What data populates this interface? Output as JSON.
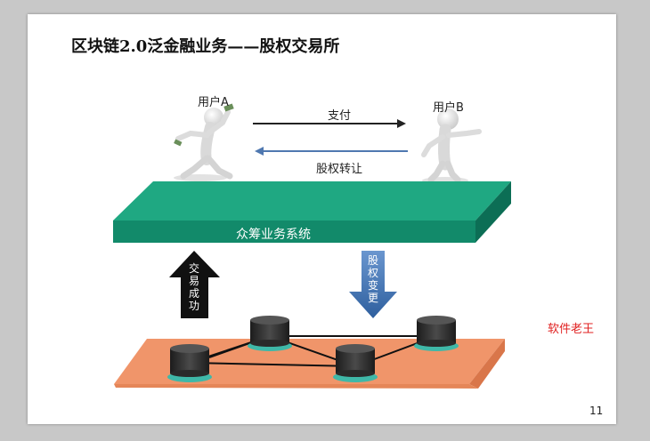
{
  "slide": {
    "title": "区块链2.0泛金融业务——股权交易所",
    "page_number": "11",
    "watermark": "软件老王"
  },
  "diagram": {
    "user_a": "用户A",
    "user_b": "用户B",
    "pay": "支付",
    "equity_transfer": "股权转让",
    "crowdfunding_system": "众筹业务系统",
    "trade_success": [
      "交",
      "易",
      "成",
      "功"
    ],
    "equity_change": [
      "股",
      "权",
      "变",
      "更"
    ]
  },
  "colors": {
    "platform_top": "#1fa882",
    "platform_front": "#128a6a",
    "network_base": "#f0956a",
    "network_base_side": "#d9764a",
    "up_arrow": "#111111",
    "down_arrow": "#3b6fb3",
    "node_teal": "#3fb8a8",
    "watermark": "#e02020"
  }
}
